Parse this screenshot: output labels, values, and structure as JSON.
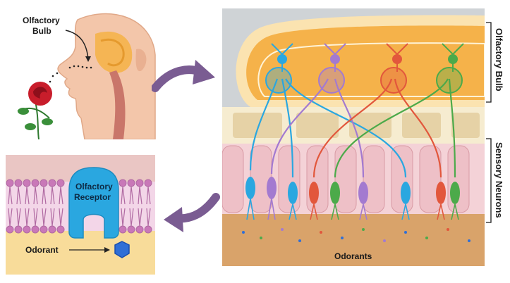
{
  "head_panel": {
    "label_line1": "Olfactory",
    "label_line2": "Bulb"
  },
  "membrane_panel": {
    "receptor_line1": "Olfactory",
    "receptor_line2": "Receptor",
    "odorant_label": "Odorant"
  },
  "tissue_panel": {
    "side_label_top": "Olfactory Bulb",
    "side_label_bottom": "Sensory Neurons",
    "bottom_label": "Odorants"
  },
  "colors": {
    "neuron_blue": "#2aa7e0",
    "neuron_purple": "#a37ad0",
    "neuron_red": "#e2573c",
    "neuron_green": "#4caa4a",
    "arrow": "#7a5c92",
    "bulb_orange": "#f5b24a",
    "bone": "#f6ecd0",
    "mucus": "#d9a36a",
    "skin": "#f0c3a8"
  }
}
